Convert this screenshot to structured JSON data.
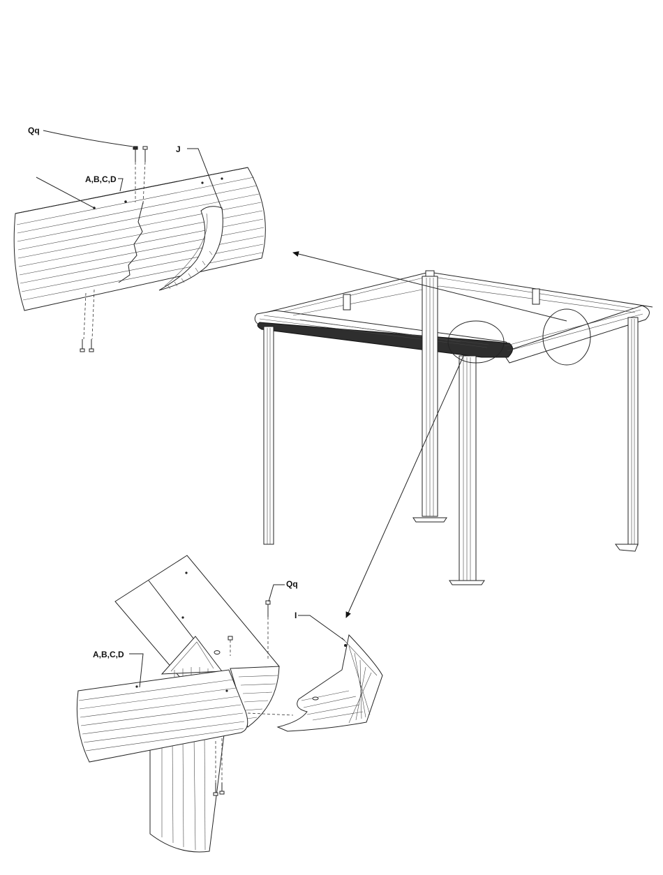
{
  "callouts": {
    "top_bolt": "Qq",
    "top_joint": "A,B,C,D",
    "top_bracket": "J",
    "bottom_bolt": "Qq",
    "bottom_cap": "I",
    "bottom_joint": "A,B,C,D"
  }
}
